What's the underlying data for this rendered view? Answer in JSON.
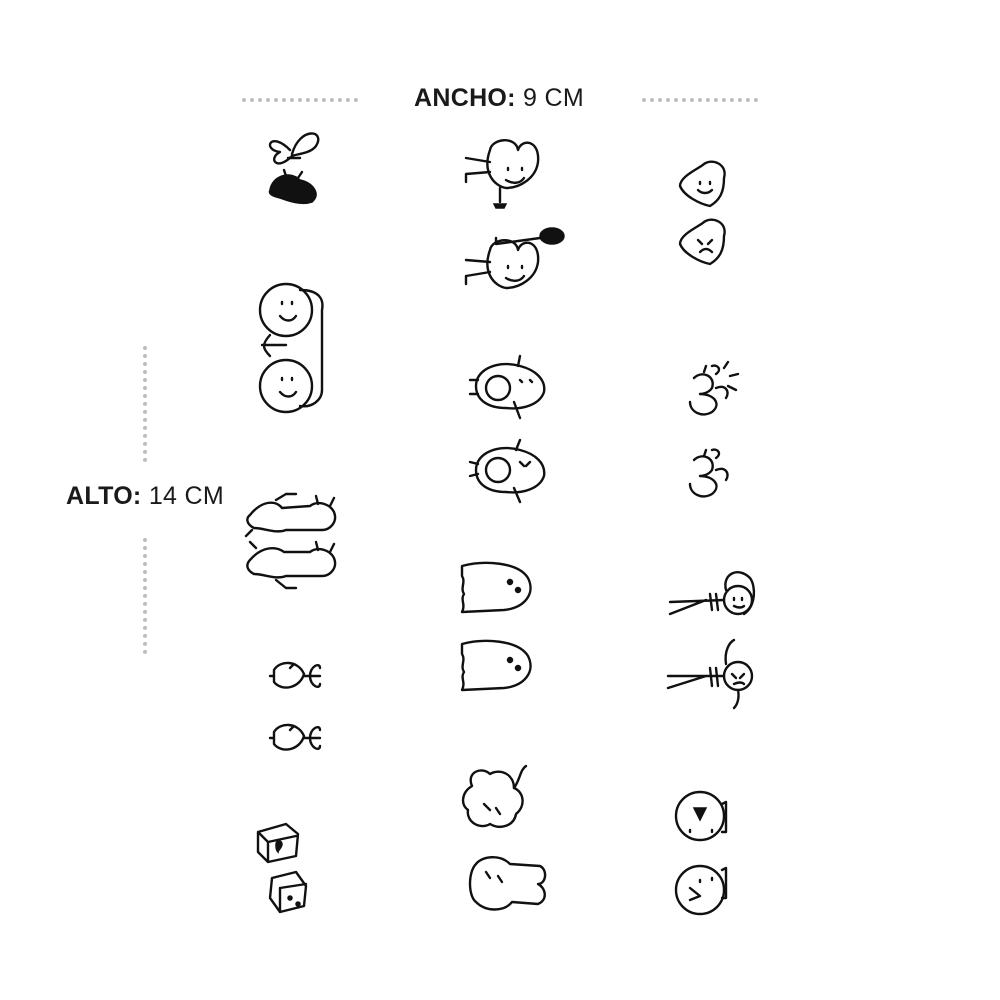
{
  "dimensions": {
    "width": {
      "key": "ANCHO:",
      "value": "9 CM"
    },
    "height": {
      "key": "ALTO:",
      "value": "14 CM"
    }
  },
  "stickers": [
    "butterfly-icon",
    "heart-character-icon",
    "small-heart-face-icon",
    "smiley-couple-icon",
    "avocado-icon",
    "om-symbol-icon",
    "cat-pair-icon",
    "ghost-icon",
    "stick-figure-icon",
    "turtle-sprout-icon",
    "lion-bunny-icon",
    "dice-icon",
    "fishbowl-face-icon"
  ]
}
